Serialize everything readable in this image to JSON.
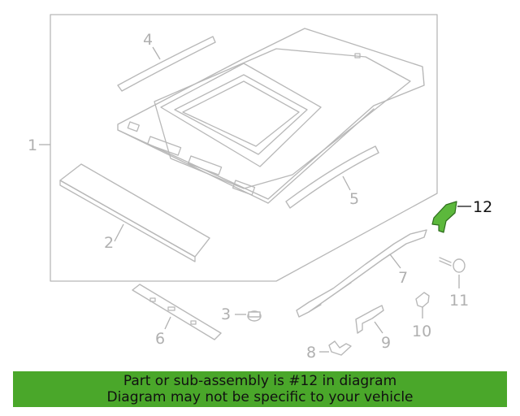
{
  "diagram": {
    "callouts": {
      "c1": "1",
      "c2": "2",
      "c3": "3",
      "c4": "4",
      "c5": "5",
      "c6": "6",
      "c7": "7",
      "c8": "8",
      "c9": "9",
      "c10": "10",
      "c11": "11",
      "c12": "12"
    },
    "highlighted_part": "12",
    "highlight_color": "#5cb83c",
    "line_color": "#b8b8b8"
  },
  "banner": {
    "line1": "Part or sub-assembly is #12 in diagram",
    "line2": "Diagram may not be specific to your vehicle",
    "background": "#4aa72a"
  }
}
